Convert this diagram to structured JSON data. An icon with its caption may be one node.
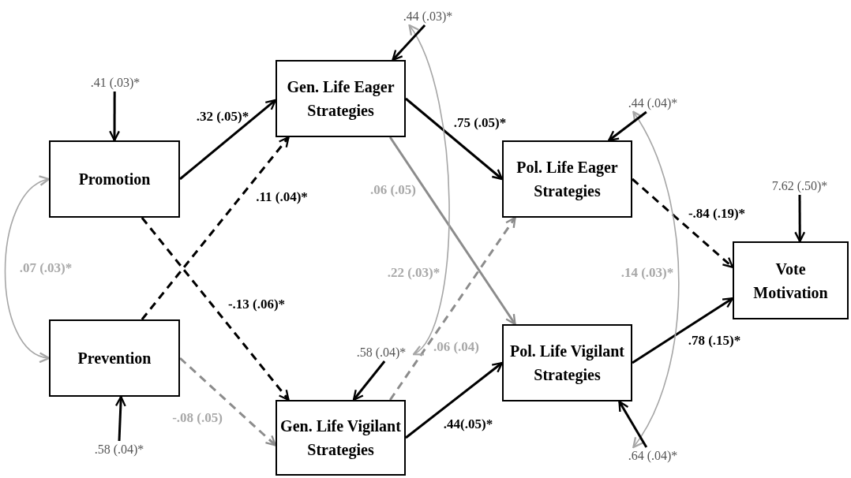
{
  "diagram": {
    "nodes": [
      {
        "text": [
          ".44 (.03)*"
        ]
      },
      {
        "text": [
          ".41 (.03)*"
        ]
      },
      {
        "text": [
          "Gen. Life Eager Strategies"
        ]
      },
      {
        "text": [
          ".44 (.04)*"
        ]
      },
      {
        "text": [
          "Promotion"
        ]
      },
      {
        "text": [
          "Pol. Life Eager Strategies"
        ]
      },
      {
        "text": [
          "7.62 (.50)*"
        ]
      },
      {
        "text": [
          "Vote Motivation"
        ]
      },
      {
        "text": [
          "Prevention"
        ]
      },
      {
        "text": [
          ".58 (.04)*"
        ]
      },
      {
        "text": [
          "Pol. Life Vigilant Strategies"
        ]
      },
      {
        "text": [
          "Gen. Life Vigilant Strategies"
        ]
      },
      {
        "text": [
          ".58 (.04)*"
        ]
      },
      {
        "text": [
          ".64 (.04)*"
        ]
      }
    ],
    "edges": [
      {
        "from": 4,
        "to": 2,
        "arrow": "to",
        "label": ".32 (.05)*"
      },
      {
        "from": 4,
        "to": 11,
        "arrow": "to",
        "label": "-.13 (.06)*",
        "style": "dashed"
      },
      {
        "from": 8,
        "to": 2,
        "arrow": "to",
        "label": ".11 (.04)*",
        "style": "dashed"
      },
      {
        "from": 8,
        "to": 11,
        "arrow": "to",
        "label": "-.08 (.05)",
        "style": "dashed",
        "color": "#8c8c8c"
      },
      {
        "from": 2,
        "to": 5,
        "arrow": "to",
        "label": ".75 (.05)*"
      },
      {
        "from": 2,
        "to": 10,
        "arrow": "to",
        "label": ".06 (.05)",
        "color": "#8c8c8c"
      },
      {
        "from": 11,
        "to": 5,
        "arrow": "to",
        "label": ".06 (.04)",
        "style": "dashed",
        "color": "#8c8c8c"
      },
      {
        "from": 11,
        "to": 10,
        "arrow": "to",
        "label": ".44(.05)*"
      },
      {
        "from": 5,
        "to": 7,
        "arrow": "to",
        "label": "-.84 (.19)*",
        "style": "dashed"
      },
      {
        "from": 10,
        "to": 7,
        "arrow": "to",
        "label": ".78 (.15)*"
      },
      {
        "from": 4,
        "to": 8,
        "arrow": "both",
        "label": ".07 (.03)*",
        "color": "#a6a6a6"
      },
      {
        "from": 0,
        "to": 9,
        "arrow": "both",
        "label": ".22 (.03)*",
        "color": "#a6a6a6"
      },
      {
        "from": 3,
        "to": 13,
        "arrow": "both",
        "label": ".14 (.03)*",
        "color": "#a6a6a6"
      },
      {
        "from": 1,
        "to": 4,
        "arrow": "to"
      },
      {
        "from": 0,
        "to": 2,
        "arrow": "to"
      },
      {
        "from": 3,
        "to": 5,
        "arrow": "to"
      },
      {
        "from": 6,
        "to": 7,
        "arrow": "to"
      },
      {
        "from": 9,
        "to": 11,
        "arrow": "to"
      },
      {
        "from": 12,
        "to": 8,
        "arrow": "to"
      },
      {
        "from": 13,
        "to": 10,
        "arrow": "to"
      }
    ]
  }
}
